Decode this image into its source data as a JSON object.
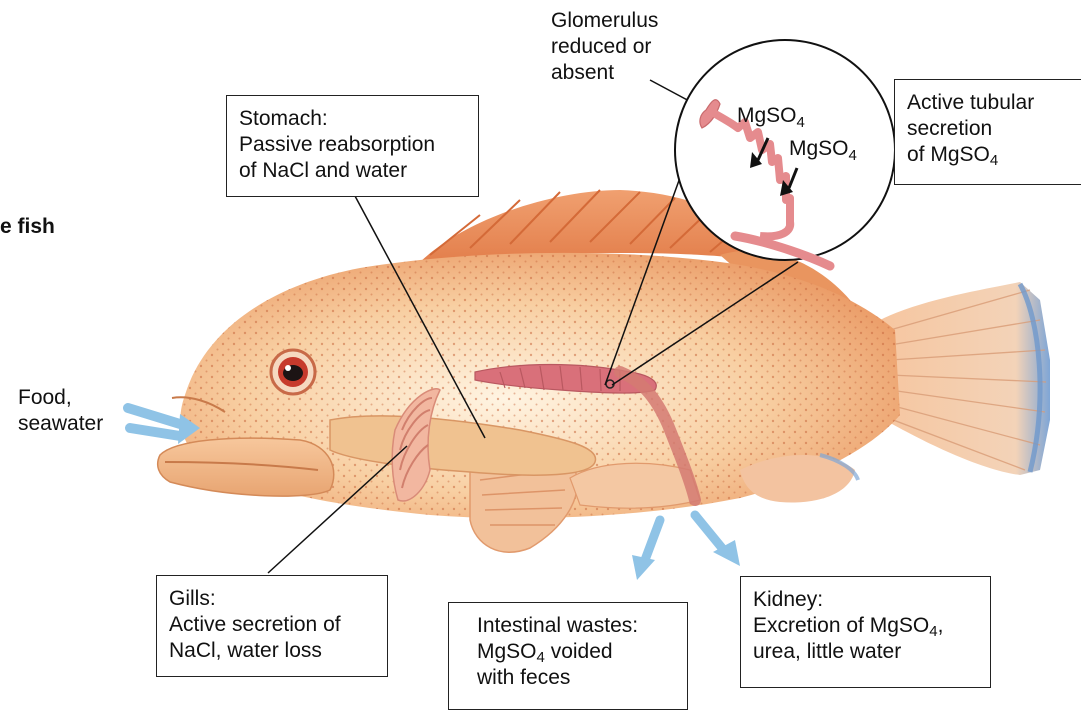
{
  "side_label": "e fish",
  "food": {
    "line1": "Food,",
    "line2": "seawater"
  },
  "glomerulus": {
    "line1": "Glomerulus",
    "line2": "reduced or",
    "line3": "absent"
  },
  "inset": {
    "label_a": "MgSO",
    "label_a_sub": "4",
    "label_b": "MgSO",
    "label_b_sub": "4"
  },
  "stomach": {
    "line1": "Stomach:",
    "line2": "Passive reabsorption",
    "line3": "of NaCl and water"
  },
  "tubular": {
    "line1": "Active tubular",
    "line2": "secretion",
    "line3": "of MgSO",
    "line3_sub": "4"
  },
  "gills": {
    "line1": "Gills:",
    "line2": "Active secretion of",
    "line3": "NaCl, water loss"
  },
  "intestinal": {
    "line1": "Intestinal wastes:",
    "line2": "MgSO",
    "line2_sub": "4",
    "line2_rest": " voided",
    "line3": "with feces"
  },
  "kidney": {
    "line1": "Kidney:",
    "line2": "Excretion of MgSO",
    "line2_sub": "4",
    "line2_rest": ",",
    "line3": "urea, little water"
  },
  "colors": {
    "fish_body": "#f2b98a",
    "fin": "#e98a5a",
    "kidney": "#d9707a",
    "arrow": "#8fc3e6",
    "tail_tip": "#7fa6d6"
  }
}
